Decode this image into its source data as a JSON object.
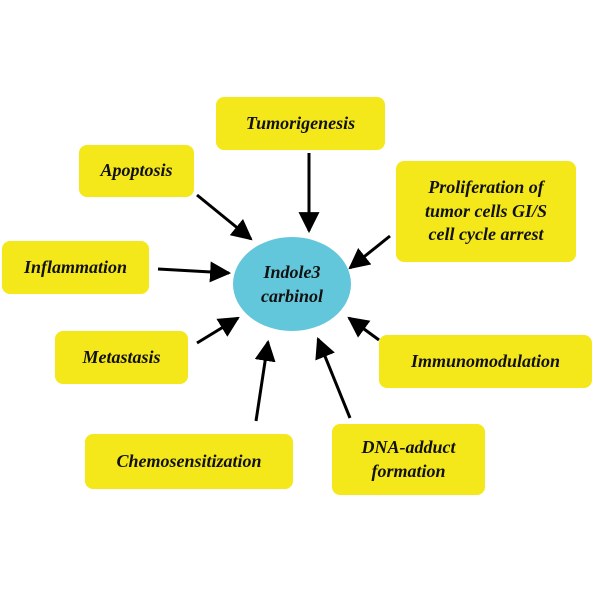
{
  "center": {
    "line1": "Indole3",
    "line2": "carbinol",
    "color": "#63c7dc"
  },
  "nodes": {
    "tumorigenesis": "Tumorigenesis",
    "apoptosis": "Apoptosis",
    "proliferation": [
      "Proliferation of",
      "tumor cells GI/S",
      "cell cycle arrest"
    ],
    "inflammation": "Inflammation",
    "metastasis": "Metastasis",
    "immunomodulation": "Immunomodulation",
    "chemosensitization": "Chemosensitization",
    "dna_adduct": [
      "DNA-adduct",
      "formation"
    ]
  },
  "colors": {
    "box": "#f5e81a",
    "arrow": "#000000"
  }
}
